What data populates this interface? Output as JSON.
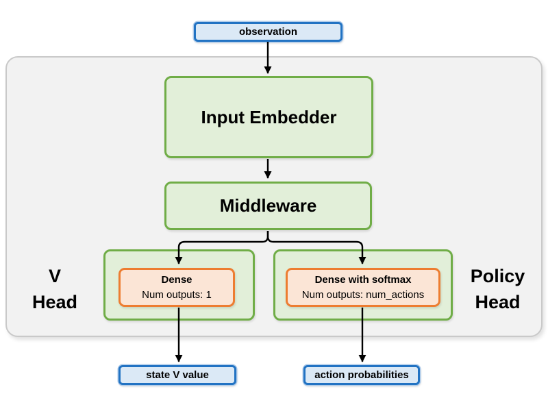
{
  "nodes": {
    "observation": {
      "label": "observation"
    },
    "input_embedder": {
      "label": "Input Embedder"
    },
    "middleware": {
      "label": "Middleware"
    },
    "v_head": {
      "group_label_line1": "V",
      "group_label_line2": "Head",
      "layer": {
        "title": "Dense",
        "detail": "Num outputs: 1"
      }
    },
    "policy_head": {
      "group_label_line1": "Policy",
      "group_label_line2": "Head",
      "layer": {
        "title": "Dense with softmax",
        "detail": "Num outputs: num_actions"
      }
    },
    "outputs": {
      "state_v_value": {
        "label": "state V value"
      },
      "action_probabilities": {
        "label": "action probabilities"
      }
    }
  },
  "colors": {
    "io_border": "#2273c3",
    "io_fill": "#dbe9f6",
    "io_glow": "#aecbea",
    "module_border": "#70ad47",
    "module_fill": "#e2efd9",
    "layer_border": "#ed7d31",
    "layer_fill": "#fbe5d6",
    "container_fill": "#f2f2f2",
    "container_border": "#c9c9c9",
    "arrow": "#000000",
    "text": "#000000"
  }
}
